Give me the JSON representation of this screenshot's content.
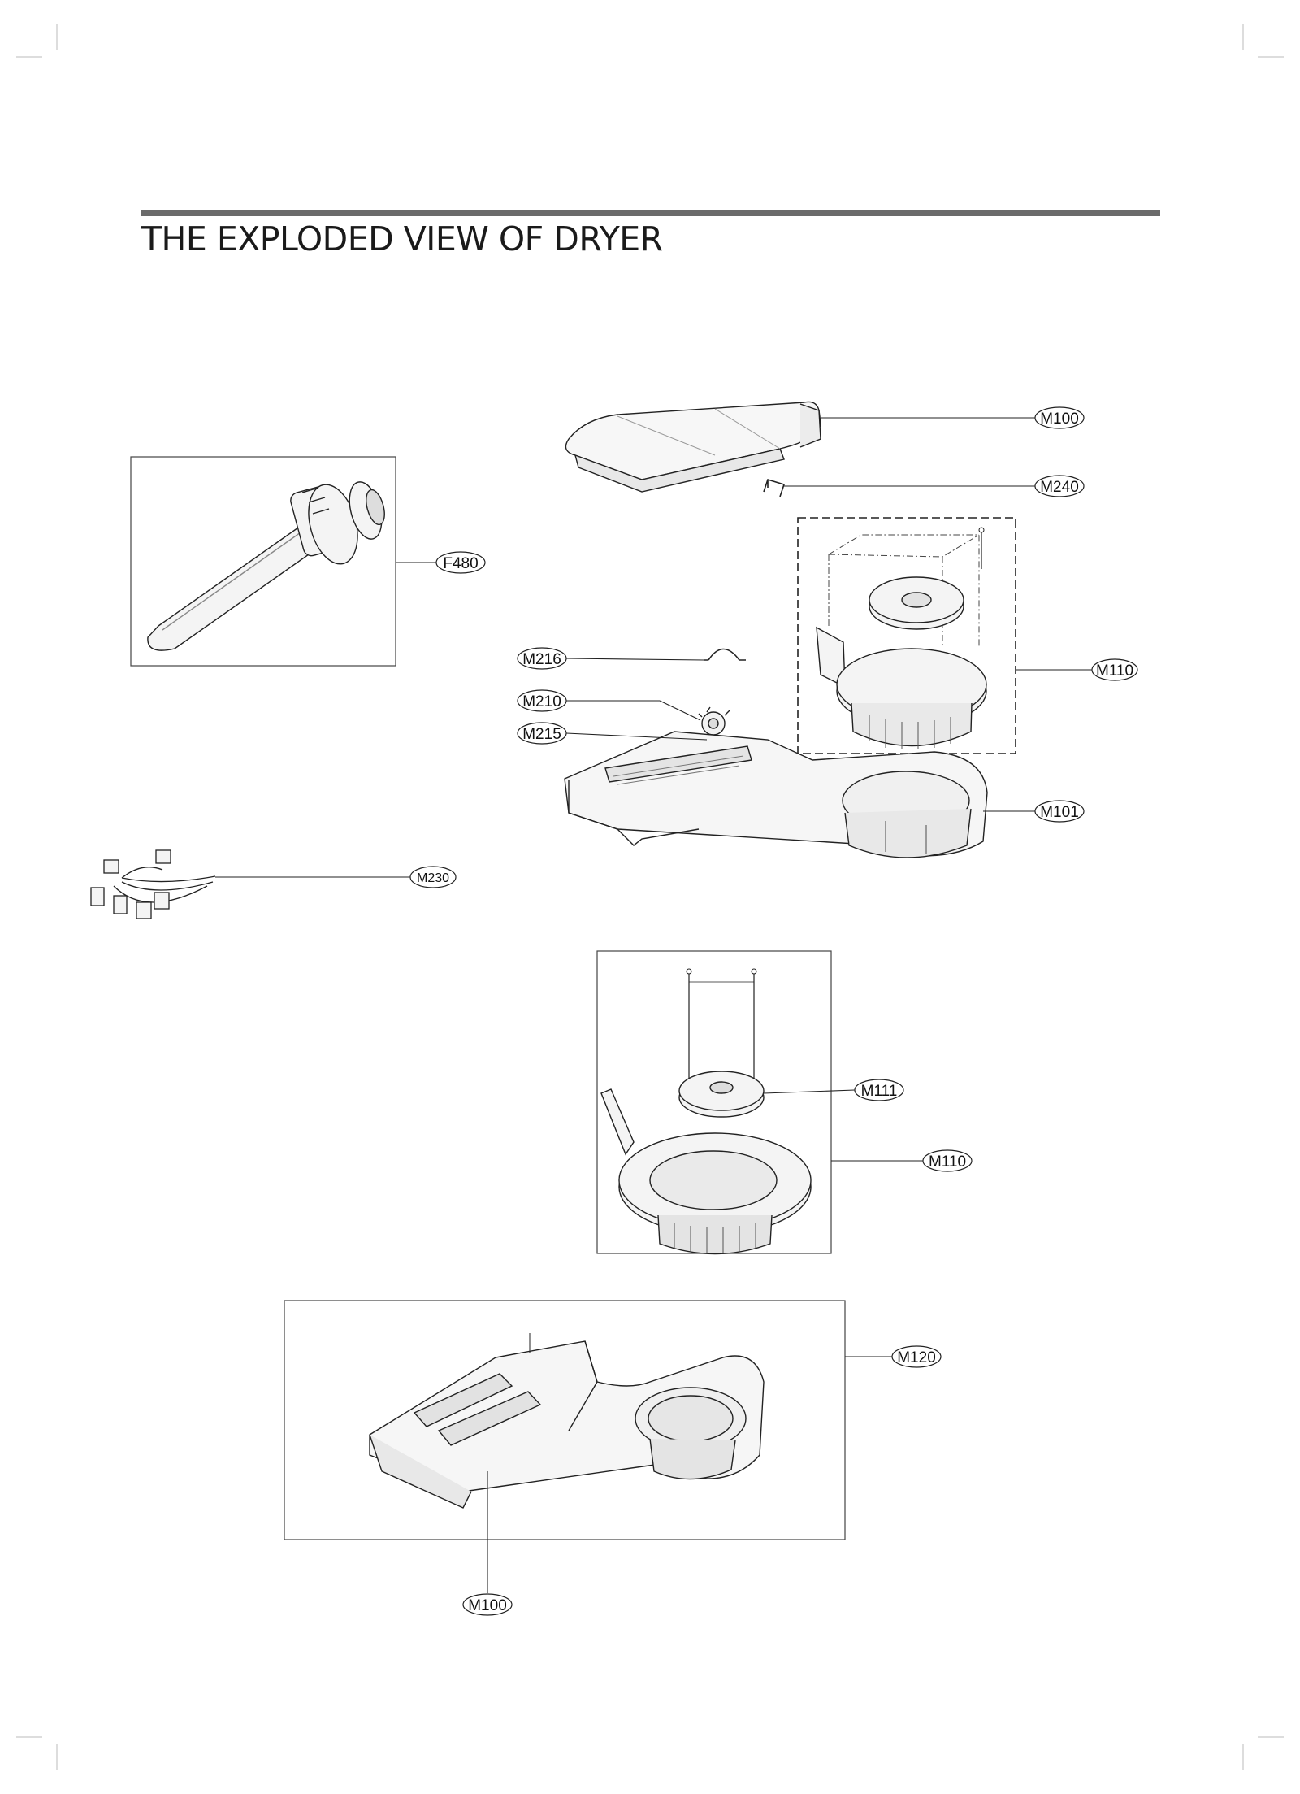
{
  "page": {
    "title": "THE EXPLODED VIEW OF DRYER"
  },
  "labels": [
    {
      "id": "m100-top",
      "text": "M100"
    },
    {
      "id": "m240",
      "text": "M240"
    },
    {
      "id": "f480",
      "text": "F480"
    },
    {
      "id": "m110-top",
      "text": "M110"
    },
    {
      "id": "m216",
      "text": "M216"
    },
    {
      "id": "m210",
      "text": "M210"
    },
    {
      "id": "m215",
      "text": "M215"
    },
    {
      "id": "m101",
      "text": "M101"
    },
    {
      "id": "m230",
      "text": "M230"
    },
    {
      "id": "m111",
      "text": "M111"
    },
    {
      "id": "m110-mid",
      "text": "M110"
    },
    {
      "id": "m120",
      "text": "M120"
    },
    {
      "id": "m100-bottom",
      "text": "M100"
    }
  ]
}
